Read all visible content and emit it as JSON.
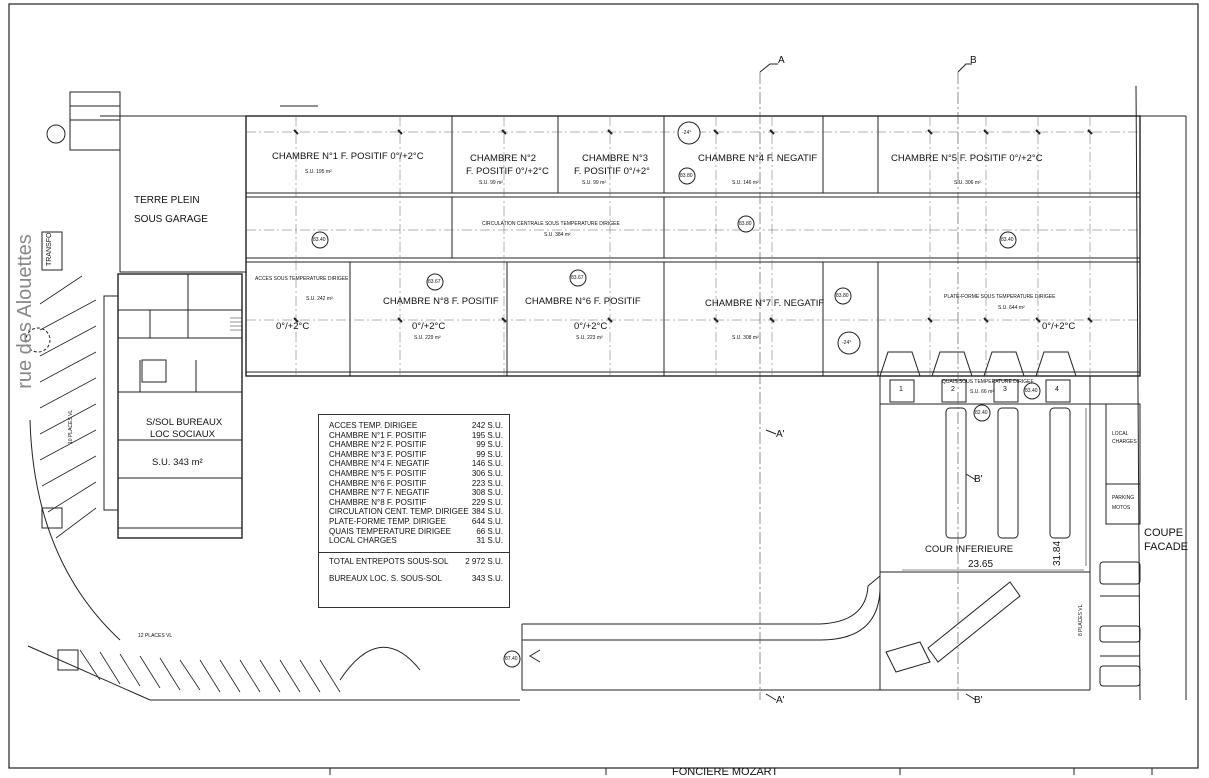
{
  "street": "rue des Alouettes",
  "transformer": "TRANSFO",
  "terre_plein": [
    "TERRE PLEIN",
    "SOUS GARAGE"
  ],
  "rooms": {
    "ch1": {
      "name": "CHAMBRE N°1 F. POSITIF 0°/+2°C",
      "area": "S.U. 195 m²"
    },
    "ch2": {
      "name1": "CHAMBRE N°2",
      "name2": "F. POSITIF 0°/+2°C",
      "area": "S.U. 99 m²"
    },
    "ch3": {
      "name1": "CHAMBRE N°3",
      "name2": "F. POSITIF 0°/+2°",
      "area": "S.U. 99 m²"
    },
    "ch4": {
      "name": "CHAMBRE N°4 F. NEGATIF",
      "area": "S.U. 146 m²"
    },
    "ch5": {
      "name": "CHAMBRE N°5 F. POSITIF 0°/+2°C",
      "area": "S.U. 306 m²"
    },
    "ch6": {
      "name": "CHAMBRE N°6 F. POSITIF",
      "temp": "0°/+2°C",
      "area": "S.U. 223 m²"
    },
    "ch7": {
      "name": "CHAMBRE N°7 F. NEGATIF",
      "area": "S.U. 308 m²"
    },
    "ch8": {
      "name": "CHAMBRE N°8 F. POSITIF",
      "temp": "0°/+2°C",
      "area": "S.U. 229 m²"
    },
    "circ": {
      "name": "CIRCULATION CENTRALE SOUS TEMPERATURE DIRIGEE",
      "area": "S.U. 384 m²"
    },
    "acces": {
      "name": "ACCES SOUS TEMPERATURE DIRIGEE",
      "temp": "0°/+2°C",
      "area": "S.U. 242 m²"
    },
    "plateforme": {
      "name": "PLATE-FORME SOUS TEMPERATURE DIRIGEE",
      "temp": "0°/+2°C",
      "area": "S.U. 644 m²"
    },
    "quais": {
      "name": "QUAIS SOUS TEMPERATURE DIRIGEE",
      "area": "S.U. 66 m²"
    },
    "bureaux": {
      "name1": "S/SOL BUREAUX",
      "name2": "LOC SOCIAUX",
      "area": "S.U. 343 m²"
    },
    "local_charges": [
      "LOCAL",
      "CHARGES"
    ],
    "parking_motos": [
      "PARKING",
      "MOTOS"
    ],
    "cour": "COUR INFERIEURE"
  },
  "badges": [
    "-24°",
    "-24°",
    "83.80",
    "83.40",
    "83.67",
    "83.67",
    "83.80",
    "83.40",
    "83.80",
    "83.40",
    "82.40",
    "87.40"
  ],
  "docks": [
    "1",
    "2",
    "3",
    "4"
  ],
  "sections": [
    "A",
    "B",
    "A'",
    "B'",
    "A'",
    "B'"
  ],
  "dimensions": {
    "width": "23.65",
    "height": "31.84"
  },
  "parking": {
    "left": "10 PLACES VL",
    "bottom": "12 PLACES VL",
    "right": "8 PLACES VL"
  },
  "coupe": [
    "COUPE",
    "FACADE"
  ],
  "summary": {
    "rows": [
      [
        "ACCES TEMP. DIRIGEE",
        "242 S.U."
      ],
      [
        "CHAMBRE N°1 F. POSITIF",
        "195 S.U."
      ],
      [
        "CHAMBRE N°2 F. POSITIF",
        "99 S.U."
      ],
      [
        "CHAMBRE N°3 F. POSITIF",
        "99 S.U."
      ],
      [
        "CHAMBRE N°4 F. NEGATIF",
        "146 S.U."
      ],
      [
        "CHAMBRE N°5 F. POSITIF",
        "306 S.U."
      ],
      [
        "CHAMBRE N°6 F. POSITIF",
        "223 S.U."
      ],
      [
        "CHAMBRE N°7 F. NEGATIF",
        "308 S.U."
      ],
      [
        "CHAMBRE N°8 F. POSITIF",
        "229 S.U."
      ],
      [
        "CIRCULATION CENT. TEMP. DIRIGEE",
        "384 S.U."
      ],
      [
        "PLATE-FORME TEMP. DIRIGEE",
        "644 S.U."
      ],
      [
        "QUAIS TEMPERATURE DIRIGEE",
        "66 S.U."
      ],
      [
        "LOCAL CHARGES",
        "31 S.U."
      ]
    ],
    "total_label": "TOTAL ENTREPOTS SOUS-SOL",
    "total_value": "2 972 S.U.",
    "bureaux_label": "BUREAUX LOC. S. SOUS-SOL",
    "bureaux_value": "343 S.U."
  },
  "title_block": {
    "owner": "FONCIERE MOZART"
  }
}
